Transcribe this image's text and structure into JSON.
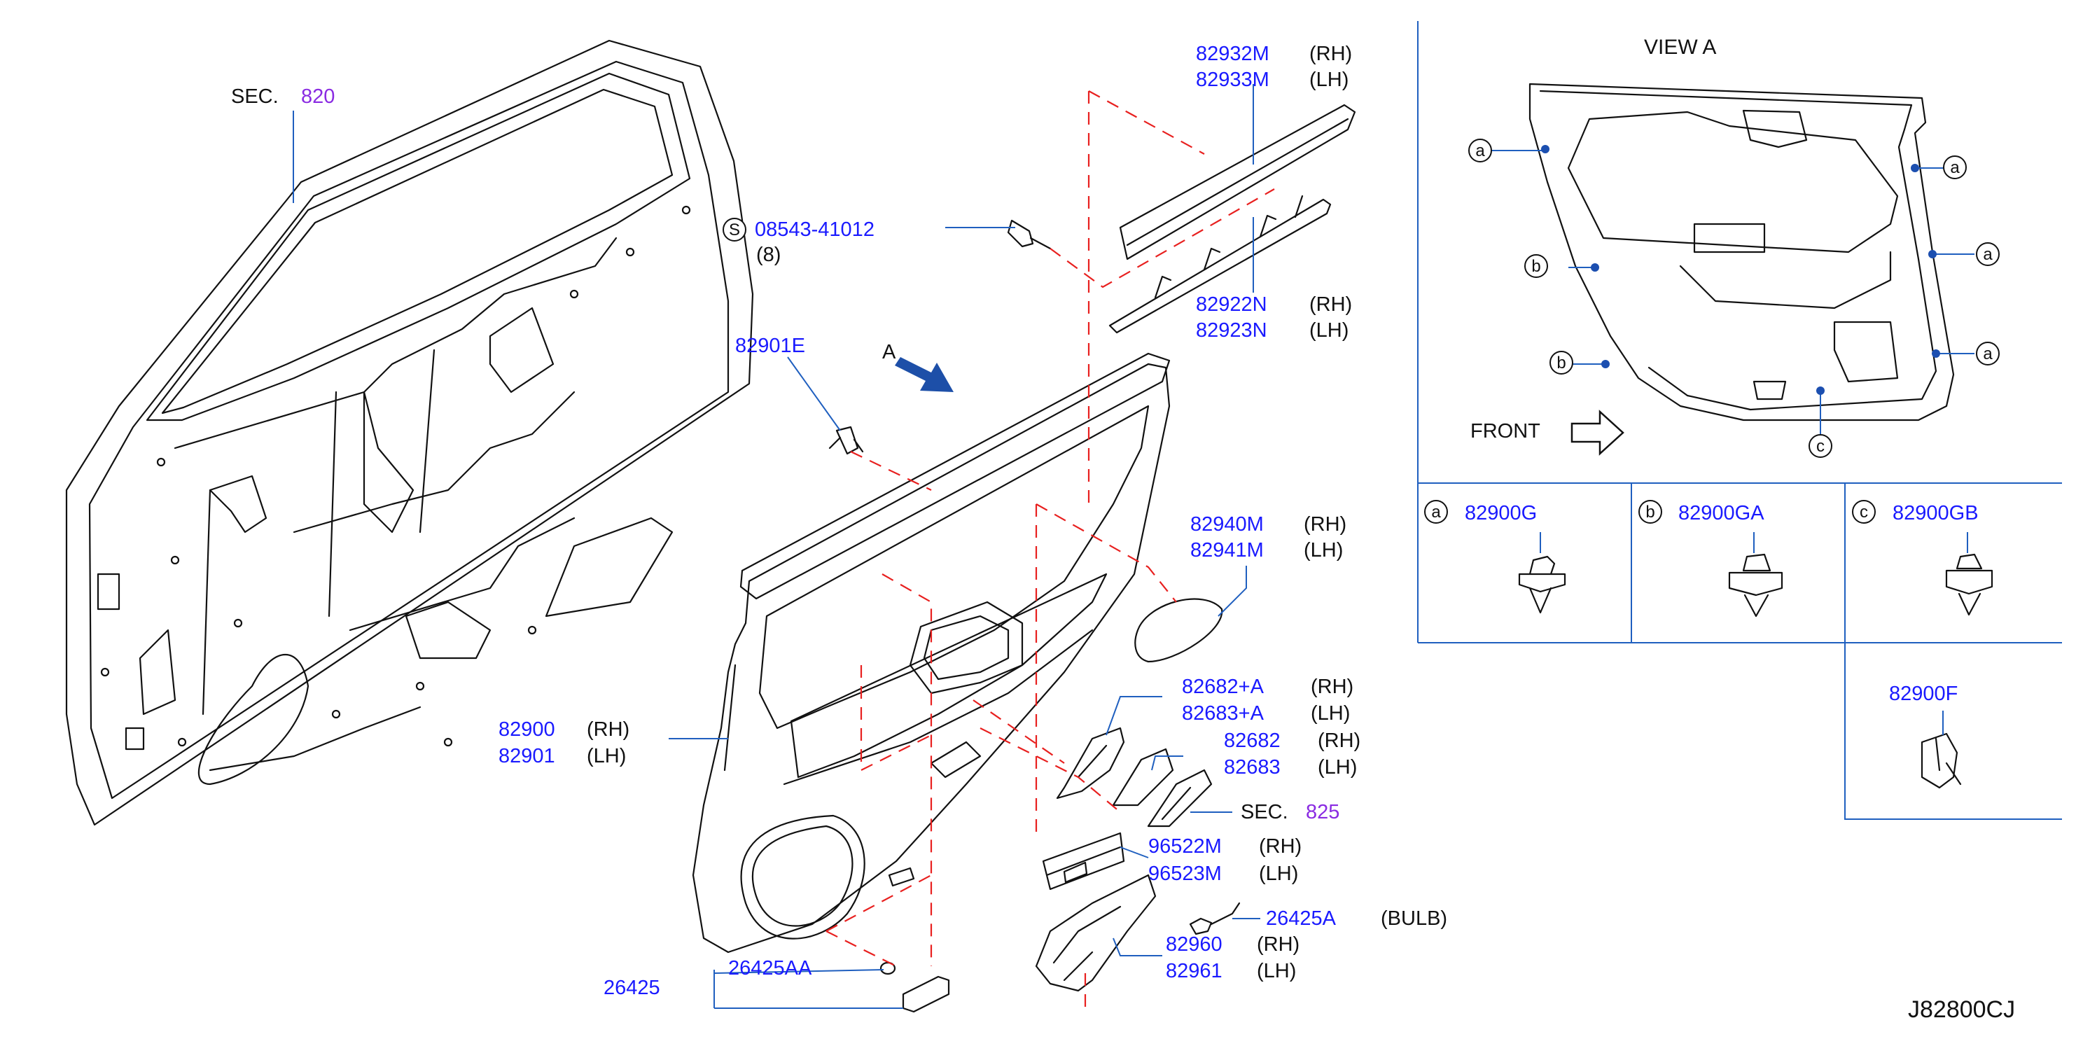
{
  "colors": {
    "part_number": "#1a1aff",
    "section_ref": "#8a2be2",
    "text": "#111111",
    "leader": "#1f5fbf",
    "phantom": "#e8201f",
    "arrow": "#1d4fa8",
    "dot": "#1c4fb0"
  },
  "drawing_code": "J82800CJ",
  "view_a": {
    "title": "VIEW   A",
    "front_label": "FRONT"
  },
  "section_refs": [
    {
      "prefix": "SEC.",
      "number": "820"
    },
    {
      "prefix": "SEC.",
      "number": "825"
    }
  ],
  "view_marker": "A",
  "screw": {
    "symbol": "S",
    "part": "08543-41012",
    "qty": "(8)"
  },
  "callouts": {
    "finisher_upper": {
      "rh": "82932M",
      "rh_side": "(RH)",
      "lh": "82933M",
      "lh_side": "(LH)"
    },
    "finisher_lower": {
      "rh": "82922N",
      "rh_side": "(RH)",
      "lh": "82923N",
      "lh_side": "(LH)"
    },
    "clip_e": {
      "part": "82901E"
    },
    "armrest_pad": {
      "rh": "82940M",
      "rh_side": "(RH)",
      "lh": "82941M",
      "lh_side": "(LH)"
    },
    "escutcheon": {
      "rh": "82682+A",
      "rh_side": "(RH)",
      "lh": "82683+A",
      "lh_side": "(LH)"
    },
    "handle_cover": {
      "rh": "82682",
      "rh_side": "(RH)",
      "lh": "82683",
      "lh_side": "(LH)"
    },
    "switch_finisher": {
      "rh": "96522M",
      "rh_side": "(RH)",
      "lh": "96523M",
      "lh_side": "(LH)"
    },
    "bulb": {
      "part": "26425A",
      "note": "(BULB)"
    },
    "pull_handle": {
      "rh": "82960",
      "rh_side": "(RH)",
      "lh": "82961",
      "lh_side": "(LH)"
    },
    "trim_panel": {
      "rh": "82900",
      "rh_side": "(RH)",
      "lh": "82901",
      "lh_side": "(LH)"
    },
    "lamp": {
      "part": "26425",
      "sub": "26425AA"
    }
  },
  "clip_legend": [
    {
      "key": "a",
      "part": "82900G"
    },
    {
      "key": "b",
      "part": "82900GA"
    },
    {
      "key": "c",
      "part": "82900GB"
    }
  ],
  "clip_f": {
    "part": "82900F"
  },
  "view_a_markers": [
    "a",
    "a",
    "a",
    "a",
    "b",
    "b",
    "c"
  ]
}
